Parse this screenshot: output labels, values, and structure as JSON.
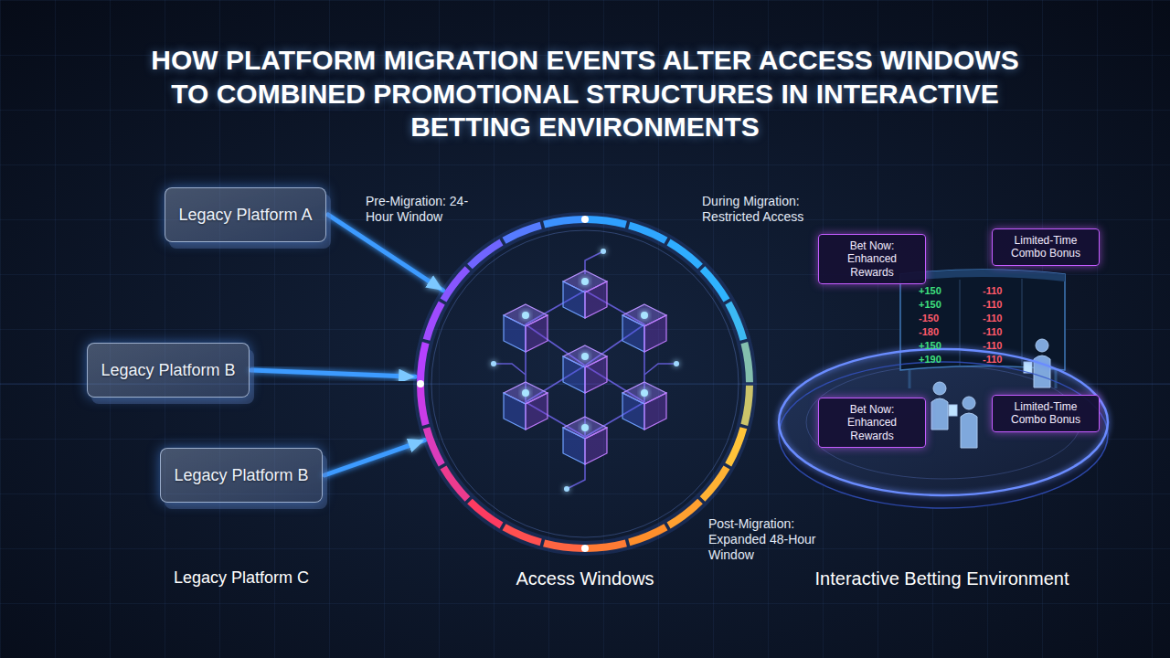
{
  "diagram": {
    "title": "HOW PLATFORM MIGRATION EVENTS ALTER ACCESS WINDOWS TO COMBINED PROMOTIONAL STRUCTURES IN INTERACTIVE BETTING ENVIRONMENTS",
    "nodes": [
      {
        "text": [
          "Legacy Platform A"
        ]
      },
      {
        "text": [
          "Legacy Platform B"
        ]
      },
      {
        "text": [
          "Legacy Platform B",
          "Legacy Platform C"
        ]
      },
      {
        "text": [
          "Access Windows"
        ]
      },
      {
        "text": [
          "Interactive Betting Environment"
        ]
      },
      {
        "text": [
          "Bet Now: Enhanced Rewards"
        ],
        "in": 4
      },
      {
        "text": [
          "Limited-Time Combo Bonus"
        ],
        "in": 4
      },
      {
        "text": [
          "Bet Now: Enhanced Rewards"
        ],
        "in": 4
      },
      {
        "text": [
          "Limited-Time Combo Bonus"
        ],
        "in": 4
      }
    ],
    "edges": [
      {
        "from": 0,
        "to": 3,
        "arrow": "to"
      },
      {
        "from": 1,
        "to": 3,
        "arrow": "to"
      },
      {
        "from": 2,
        "to": 3,
        "arrow": "to"
      }
    ],
    "labels": [
      "Pre-Migration: 24-Hour Window",
      "During Migration: Restricted Access",
      "Post-Migration: Expanded 48-Hour Window",
      "+150",
      "-110",
      "+150",
      "-110",
      "-150",
      "-110",
      "-180",
      "-110",
      "+150",
      "-110",
      "+190",
      "-110"
    ]
  }
}
